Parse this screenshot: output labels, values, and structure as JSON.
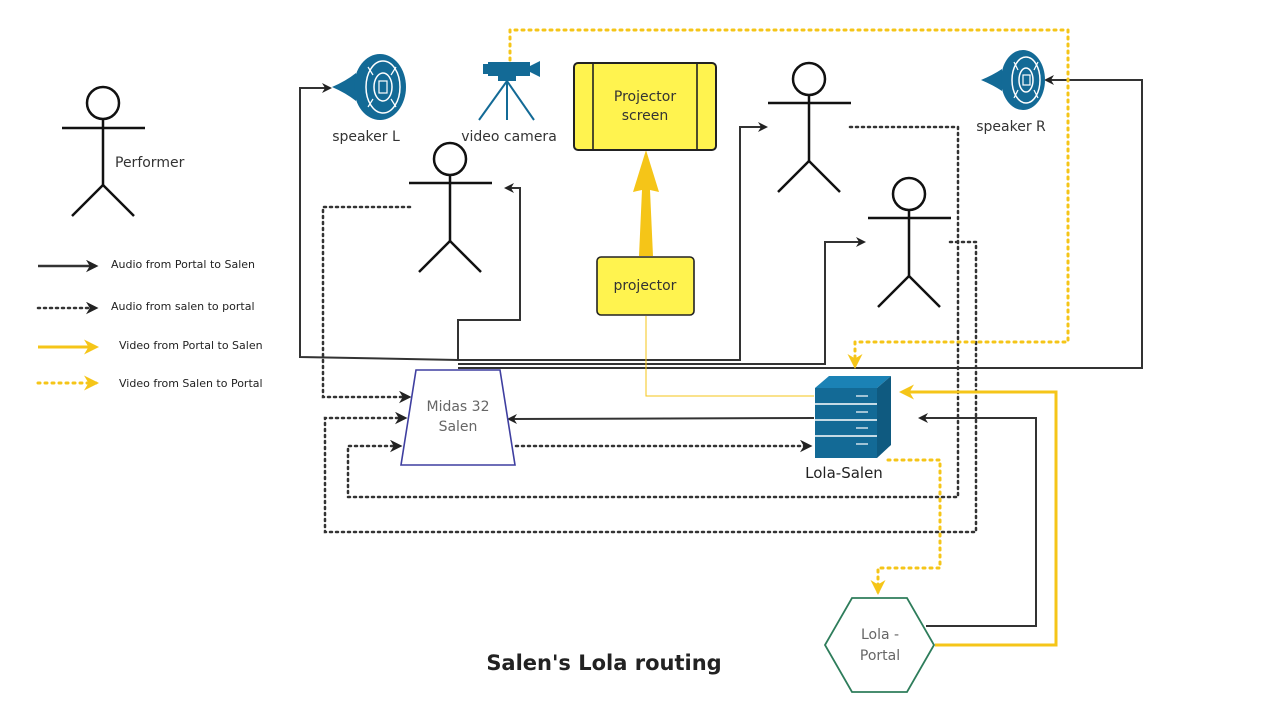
{
  "title": "Salen's Lola routing",
  "legend": {
    "performer": "Performer",
    "items": [
      {
        "label": "Audio from Portal to Salen",
        "style": "solid-black"
      },
      {
        "label": "Audio from salen to portal",
        "style": "dotted-black"
      },
      {
        "label": "Video from Portal to Salen",
        "style": "solid-yellow"
      },
      {
        "label": "Video from Salen to Portal",
        "style": "dotted-yellow"
      }
    ]
  },
  "nodes": {
    "speaker_l": "speaker L",
    "video_camera": "video camera",
    "projector_screen": [
      "Projector",
      "screen"
    ],
    "projector": "projector",
    "speaker_r": "speaker R",
    "midas": [
      "Midas 32",
      "Salen"
    ],
    "lola_salen": "Lola-Salen",
    "lola_portal": [
      "Lola -",
      "Portal"
    ]
  },
  "colors": {
    "video": "#f5c518",
    "audio": "#333333",
    "device_blue": "#136a96",
    "midas_border": "#3f3fa0",
    "portal_border": "#2e7d5b",
    "projector_fill": "#fff34f"
  }
}
